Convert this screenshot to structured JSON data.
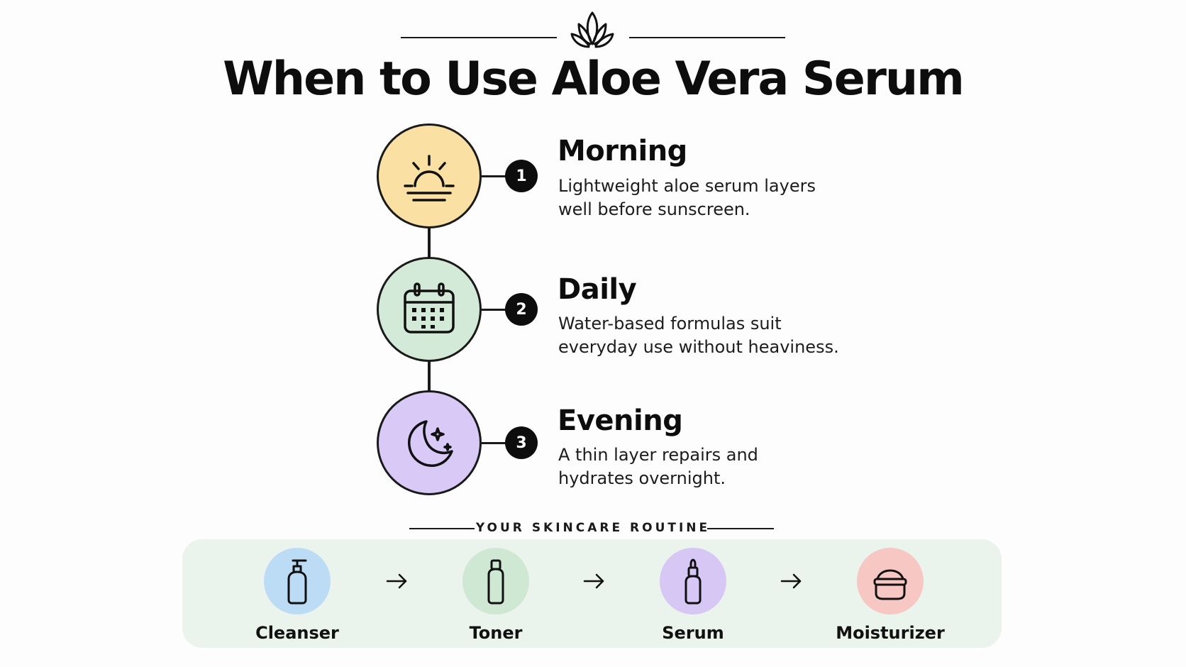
{
  "header": {
    "title": "When to Use Aloe Vera Serum",
    "logo_icon": "aloe-leaf-icon"
  },
  "steps": [
    {
      "number": "1",
      "title": "Morning",
      "description_line1": "Lightweight aloe serum layers",
      "description_line2": "well before sunscreen.",
      "icon": "sunrise-icon",
      "color": "#fbe0a4"
    },
    {
      "number": "2",
      "title": "Daily",
      "description_line1": "Water-based formulas suit",
      "description_line2": "everyday use without heaviness.",
      "icon": "calendar-icon",
      "color": "#d4ead9"
    },
    {
      "number": "3",
      "title": "Evening",
      "description_line1": "A thin layer repairs and",
      "description_line2": "hydrates overnight.",
      "icon": "moon-stars-icon",
      "color": "#d8c9f6"
    }
  ],
  "routine": {
    "label": "YOUR SKINCARE ROUTINE",
    "panel_color": "#eaf3ec",
    "items": [
      {
        "name": "Cleanser",
        "icon": "pump-bottle-icon",
        "color": "#bcdcf6"
      },
      {
        "name": "Toner",
        "icon": "bottle-icon",
        "color": "#cfe8d4"
      },
      {
        "name": "Serum",
        "icon": "dropper-bottle-icon",
        "color": "#d7c7f5"
      },
      {
        "name": "Moisturizer",
        "icon": "cream-jar-icon",
        "color": "#f7c8c3"
      }
    ],
    "arrow_icon": "arrow-right-icon"
  }
}
